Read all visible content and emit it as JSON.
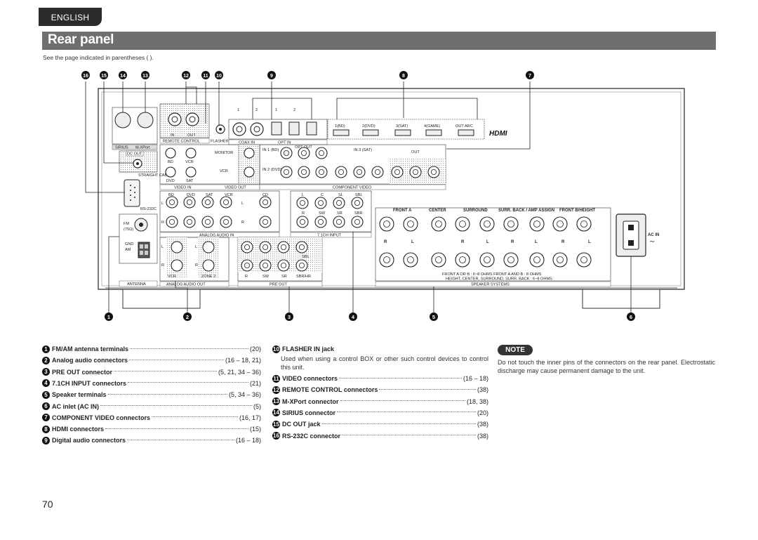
{
  "header": {
    "language_tab": "ENGLISH",
    "section_title": "Rear panel",
    "subtitle": "See the page indicated in parentheses ( )."
  },
  "callouts_top": [
    "16",
    "15",
    "14",
    "13",
    "12",
    "11",
    "10",
    "9",
    "8",
    "7"
  ],
  "callouts_bottom": [
    "1",
    "2",
    "3",
    "4",
    "5",
    "6"
  ],
  "panel_labels": {
    "sirius": "SIRIUS",
    "mxport": "M-XPort",
    "dc_out": "DC OUT",
    "straight_cable": "STRAIGHT CABLE",
    "rs232c": "RS-232C",
    "fm": "FM",
    "fm_ohm": "(75Ω)",
    "gnd": "GND",
    "am": "AM",
    "antenna": "ANTENNA",
    "remote_in": "IN",
    "remote_out": "OUT",
    "remote_control": "REMOTE CONTROL",
    "flasher_in": "FLASHER IN",
    "coax_in": "COAX IN",
    "opt_in": "OPT IN",
    "opt_out": "OPT OUT",
    "hdmi_in_1": "1(BD)",
    "hdmi_in_2": "2(DVD)",
    "hdmi_in_3": "3(SAT)",
    "hdmi_in_4": "4(GAME)",
    "hdmi_out": "OUT  ARC",
    "hdmi_logo": "HDMI",
    "bd": "BD",
    "vcr": "VCR",
    "dvd": "DVD",
    "sat": "SAT",
    "monitor": "MONITOR",
    "video_in": "VIDEO IN",
    "video_out": "VIDEO OUT",
    "in1_bd": "IN 1 (BD)",
    "in2_dvd": "IN 2 (DVD)",
    "in3_sat": "IN 3 (SAT)",
    "comp_out": "OUT",
    "component_video": "COMPONENT VIDEO",
    "analog_audio_in": "ANALOG AUDIO IN",
    "cd": "CD",
    "zone2": "ZONE 2",
    "analog_audio_out": "ANALOG AUDIO OUT",
    "ch71_input": "7.1CH INPUT",
    "pre_out": "PRE OUT",
    "front_a": "FRONT A",
    "center": "CENTER",
    "surround": "SURROUND",
    "surr_back": "SURR. BACK / AMP ASSIGN",
    "front_bh": "FRONT B/HEIGHT",
    "speaker_systems": "SPEAKER SYSTEMS",
    "imp1": "FRONT A  OR  B : 6~8 OHMS     FRONT A  AND  B : 8 OHMS",
    "imp2": "HEIGHT, CENTER, SURROUND, SURR. BACK : 6~8 OHMS",
    "ac_in": "AC IN",
    "r": "R",
    "l": "L",
    "pre_r": "R",
    "pre_sw": "SW",
    "pre_sr": "SR",
    "pre_sbr": "SBR/HR",
    "ch_l": "L",
    "ch_c": "C",
    "ch_sl": "SL",
    "ch_sbl": "SBL",
    "ch_r": "R",
    "ch_sw": "SW",
    "ch_sr": "SR",
    "ch_sbr": "SBR"
  },
  "legend_left": [
    {
      "num": "1",
      "label": "FM/AM antenna terminals",
      "page": "(20)"
    },
    {
      "num": "2",
      "label": "Analog audio connectors",
      "page": "(16 – 18, 21)"
    },
    {
      "num": "3",
      "label": "PRE OUT connector",
      "page": "(5, 21, 34 – 36)"
    },
    {
      "num": "4",
      "label": "7.1CH INPUT connectors",
      "page": "(21)"
    },
    {
      "num": "5",
      "label": "Speaker terminals",
      "page": "(5,  34 – 36)"
    },
    {
      "num": "6",
      "label": "AC inlet (AC IN)",
      "page": "(5)"
    },
    {
      "num": "7",
      "label": "COMPONENT VIDEO connectors",
      "page": "(16, 17)"
    },
    {
      "num": "8",
      "label": "HDMI connectors",
      "page": "(15)"
    },
    {
      "num": "9",
      "label": "Digital audio connectors",
      "page": "(16 – 18)"
    }
  ],
  "legend_right": {
    "flasher": {
      "num": "10",
      "label": "FLASHER IN jack",
      "desc": "Used when using a control BOX or other such control devices to control this unit."
    },
    "items": [
      {
        "num": "11",
        "label": "VIDEO connectors",
        "page": "(16 – 18)"
      },
      {
        "num": "12",
        "label": "REMOTE CONTROL connectors",
        "page": "(38)"
      },
      {
        "num": "13",
        "label": "M-XPort connector",
        "page": "(18, 38)"
      },
      {
        "num": "14",
        "label": "SIRIUS connector",
        "page": "(20)"
      },
      {
        "num": "15",
        "label": "DC OUT jack",
        "page": "(38)"
      },
      {
        "num": "16",
        "label": "RS-232C connector",
        "page": "(38)"
      }
    ]
  },
  "note": {
    "badge": "NOTE",
    "text": "Do not touch the inner pins of the connectors on the rear panel. Electrostatic discharge may cause permanent damage to the unit."
  },
  "page_number": "70"
}
